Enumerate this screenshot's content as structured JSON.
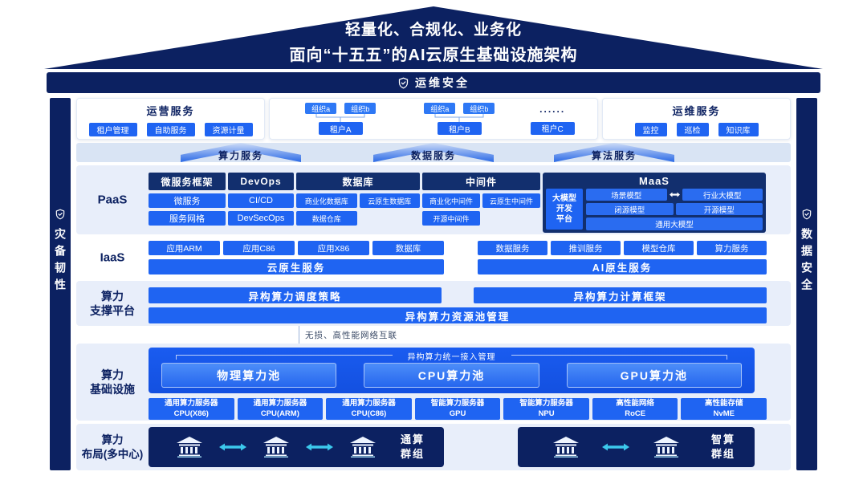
{
  "roof": {
    "line1": "轻量化、合规化、业务化",
    "line2": "面向“十五五”的AI云原生基础设施架构"
  },
  "security_bar": {
    "label": "运维安全"
  },
  "pillars": {
    "left": "灾备韧性",
    "right": "数据安全"
  },
  "top_row": {
    "operation": {
      "title": "运营服务",
      "buttons": [
        "租户管理",
        "自助服务",
        "资源计量"
      ]
    },
    "tenants": {
      "groups": [
        {
          "orgs": [
            "组织a",
            "组织b"
          ],
          "tenant": "租户A"
        },
        {
          "orgs": [
            "组织a",
            "组织b"
          ],
          "tenant": "租户B"
        }
      ],
      "ellipsis": "......",
      "tenant_c": "租户C"
    },
    "maintenance": {
      "title": "运维服务",
      "buttons": [
        "监控",
        "巡检",
        "知识库"
      ]
    }
  },
  "service_arrows": [
    {
      "label": "算力服务"
    },
    {
      "label": "数据服务"
    },
    {
      "label": "算法服务"
    }
  ],
  "paas": {
    "label": "PaaS",
    "microservice": {
      "title": "微服务框架",
      "items": [
        "微服务",
        "服务网格"
      ]
    },
    "devops": {
      "title": "DevOps",
      "items": [
        "CI/CD",
        "DevSecOps"
      ]
    },
    "database": {
      "title": "数据库",
      "row1": [
        "商业化数据库",
        "云原生数据库"
      ],
      "row2": "数据仓库"
    },
    "middleware": {
      "title": "中间件",
      "row1": [
        "商业化中间件",
        "云原生中间件"
      ],
      "row2": "开源中间件"
    },
    "maas": {
      "title": "MaaS",
      "platform": {
        "line1": "大模型",
        "line2": "开发",
        "line3": "平台"
      },
      "row1": [
        "场景模型",
        "行业大模型"
      ],
      "row2": [
        "闭源模型",
        "开源模型"
      ],
      "row3": "通用大模型"
    }
  },
  "iaas": {
    "label": "IaaS",
    "left": {
      "buttons": [
        "应用ARM",
        "应用C86",
        "应用X86",
        "数据库"
      ],
      "bar": "云原生服务"
    },
    "right": {
      "buttons": [
        "数据服务",
        "推训服务",
        "模型仓库",
        "算力服务"
      ],
      "bar": "AI原生服务"
    }
  },
  "support": {
    "label": {
      "line1": "算力",
      "line2": "支撑平台"
    },
    "bar_left": "异构算力调度策略",
    "bar_right": "异构算力计算框架",
    "bar_full": "异构算力资源池管理"
  },
  "interconnect_note": "无损、高性能网络互联",
  "infra": {
    "label": {
      "line1": "算力",
      "line2": "基础设施"
    },
    "access": "异构算力统一接入管理",
    "pools": [
      "物理算力池",
      "CPU算力池",
      "GPU算力池"
    ],
    "servers": [
      {
        "line1": "通用算力服务器",
        "line2": "CPU(X86)"
      },
      {
        "line1": "通用算力服务器",
        "line2": "CPU(ARM)"
      },
      {
        "line1": "通用算力服务器",
        "line2": "CPU(C86)"
      },
      {
        "line1": "智能算力服务器",
        "line2": "GPU"
      },
      {
        "line1": "智能算力服务器",
        "line2": "NPU"
      },
      {
        "line1": "高性能网络",
        "line2": "RoCE"
      },
      {
        "line1": "高性能存储",
        "line2": "NvME"
      }
    ]
  },
  "layout": {
    "label": {
      "line1": "算力",
      "line2": "布局(多中心)"
    },
    "general": {
      "line1": "通算",
      "line2": "群组"
    },
    "intelligent": {
      "line1": "智算",
      "line2": "群组"
    }
  },
  "colors": {
    "navy": "#0c2161",
    "header_navy": "#122f6e",
    "blue": "#1f64f2",
    "light_band": "#e8eefa",
    "cyan": "#3cc9ec"
  }
}
